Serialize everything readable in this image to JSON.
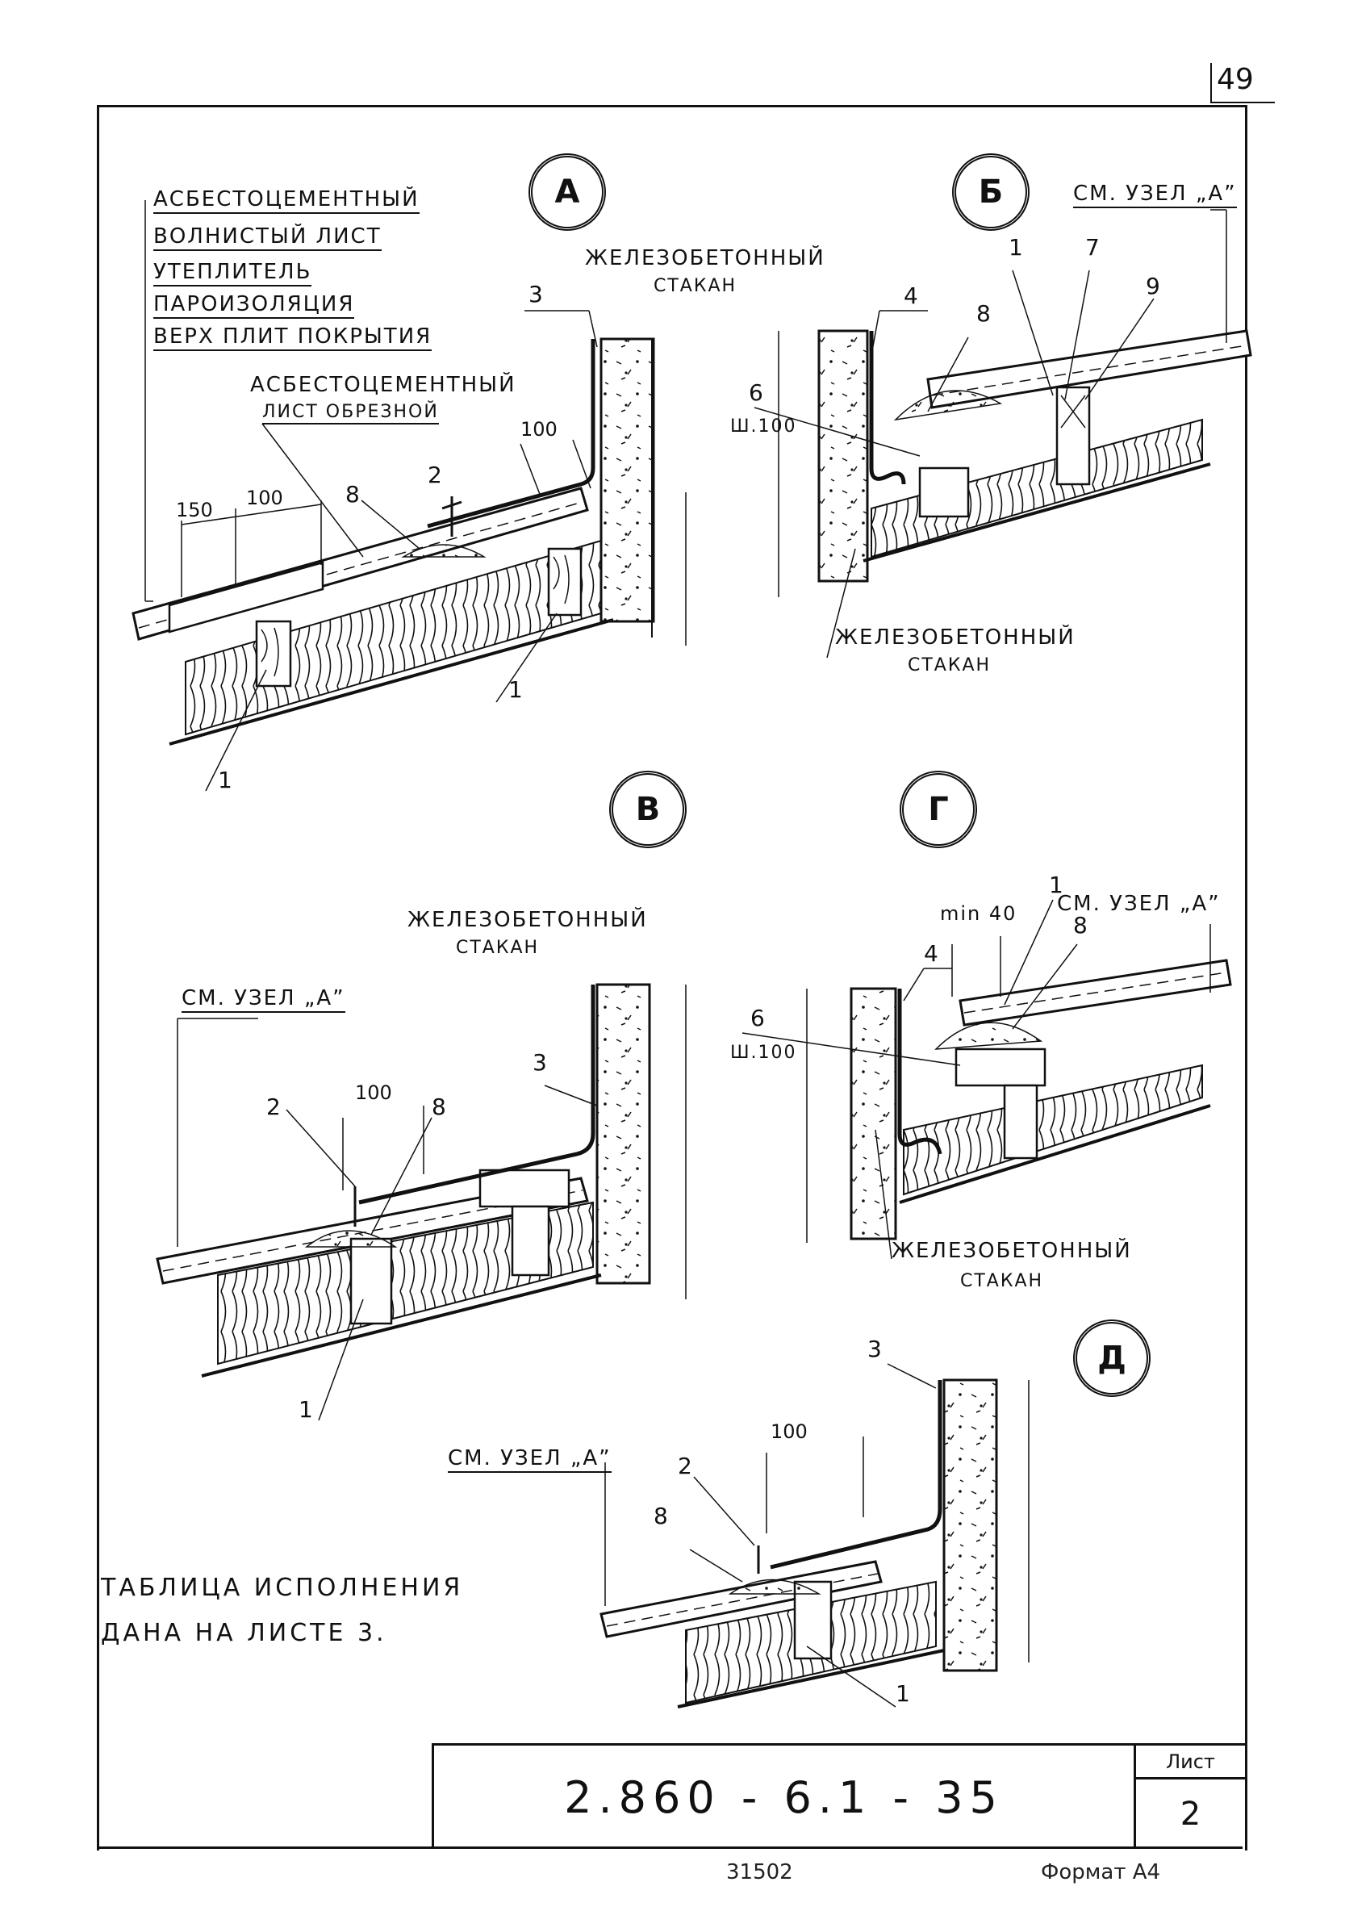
{
  "page_number": "49",
  "nodes": {
    "a": {
      "letter": "А"
    },
    "b": {
      "letter": "Б"
    },
    "v": {
      "letter": "В"
    },
    "g": {
      "letter": "Г"
    },
    "d": {
      "letter": "Д"
    }
  },
  "legend_a": [
    "Асбестоцементный",
    "волнистый лист",
    "Утеплитель",
    "Пароизоляция",
    "Верх плит покрытия"
  ],
  "labels": {
    "cut_sheet_1": "Асбестоцементный",
    "cut_sheet_2": "лист обрезной",
    "rc_cup_1": "Железобетонный",
    "rc_cup_2": "стакан",
    "see_node_a": "См. узел „А”",
    "min40": "min 40",
    "w100": "ш.100"
  },
  "dims": {
    "d150": "150",
    "d100": "100"
  },
  "callouts": {
    "n1": "1",
    "n2": "2",
    "n3": "3",
    "n4": "4",
    "n6": "6",
    "n7": "7",
    "n8": "8",
    "n9": "9"
  },
  "note": [
    "Таблица исполнения",
    "дана на листе 3."
  ],
  "title_block": {
    "code": "2.860 - 6.1 - 35",
    "sheet_label": "Лист",
    "sheet_value": "2"
  },
  "footer": {
    "left": "31502",
    "right": "Формат А4"
  }
}
